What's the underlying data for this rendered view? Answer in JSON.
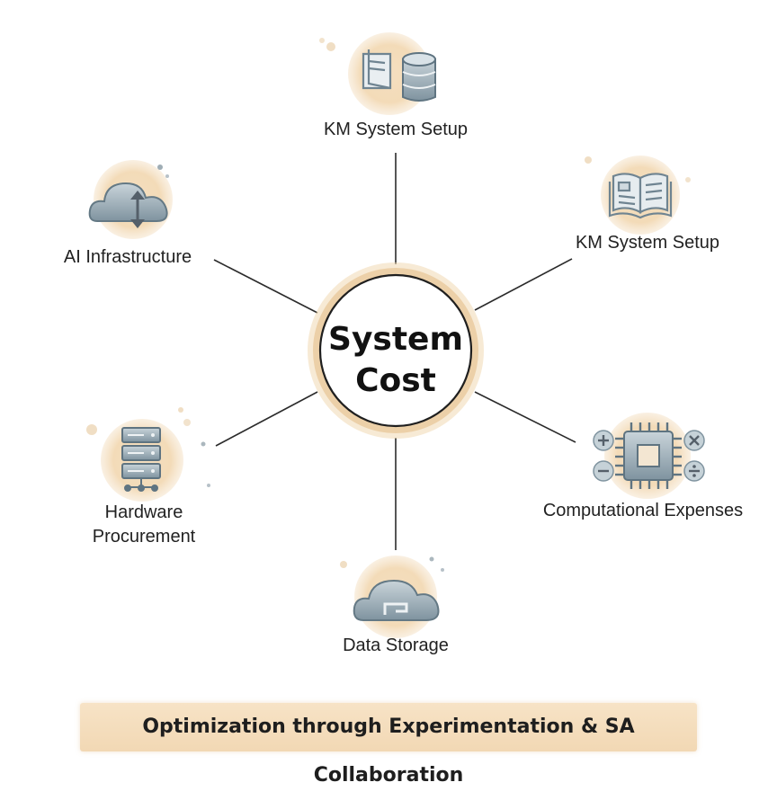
{
  "center": {
    "line1": "System",
    "line2": "Cost"
  },
  "nodes": {
    "top": {
      "label": "KM System Setup"
    },
    "top_right": {
      "label": "KM System Setup"
    },
    "top_left": {
      "label": "AI Infrastructure"
    },
    "bottom_left": {
      "line1": "Hardware",
      "line2": "Procurement"
    },
    "bottom_right": {
      "label": "Computational Expenses"
    },
    "bottom": {
      "label": "Data Storage"
    }
  },
  "icons": {
    "top": [
      "open-book-icon",
      "database-icon"
    ],
    "top_right": [
      "open-book-icon"
    ],
    "top_left": [
      "cloud-upload-download-icon"
    ],
    "bottom_left": [
      "server-rack-icon"
    ],
    "bottom_right": [
      "cpu-chip-icon",
      "plus-icon",
      "minus-icon",
      "times-icon",
      "divide-icon"
    ],
    "bottom": [
      "cloud-storage-icon"
    ]
  },
  "banner": {
    "text": "Optimization through Experimentation & SA Collaboration"
  },
  "colors": {
    "accent_wash": "#f2d9b5",
    "icon_slate": "#6f8491",
    "line": "#2b2b2b",
    "ring": "#ecd3ad"
  }
}
